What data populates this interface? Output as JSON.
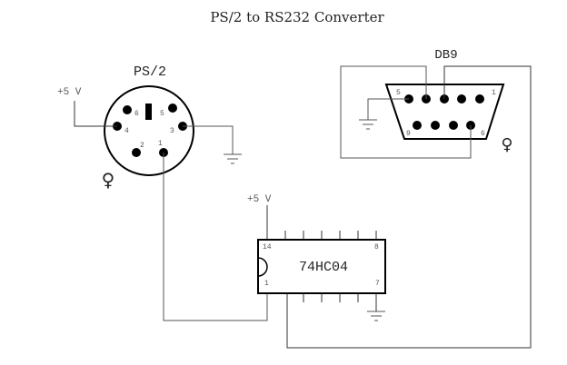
{
  "title": "PS/2 to RS232 Converter",
  "ps2": {
    "label": "PS/2",
    "supply": "+5 V",
    "pins": [
      "1",
      "2",
      "3",
      "4",
      "5",
      "6"
    ],
    "gender_symbol": "♀"
  },
  "db9": {
    "label": "DB9",
    "pin_labels": {
      "p1": "1",
      "p5": "5",
      "p6": "6",
      "p9": "9"
    },
    "gender_symbol": "♀"
  },
  "ic": {
    "label": "74HC04",
    "supply": "+5 V",
    "pin_labels": {
      "p14": "14",
      "p8": "8",
      "p1": "1",
      "p7": "7"
    }
  },
  "colors": {
    "wire": "#555555",
    "outline": "#000000",
    "text": "#222222"
  }
}
